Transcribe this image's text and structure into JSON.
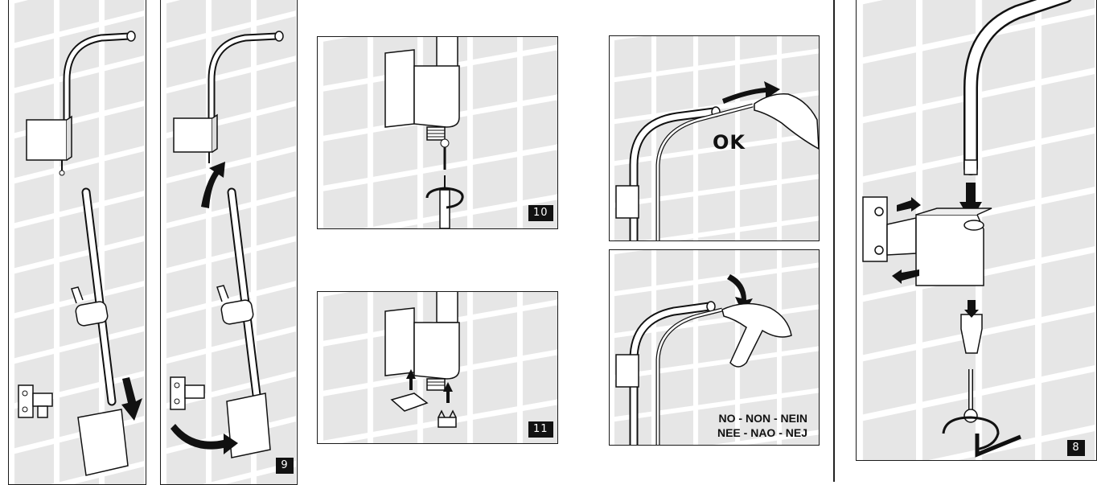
{
  "steps": {
    "step9": "9",
    "step10": "10",
    "step11": "11",
    "step8": "8"
  },
  "labels": {
    "ok": "OK",
    "no_line1": "NO - NON - NEIN",
    "no_line2": "NEE - NAO - NEJ"
  },
  "colors": {
    "tile": "#eaeaea",
    "grout": "#ffffff",
    "ink": "#111111"
  },
  "icons": [
    "arrow-icon",
    "rotate-arrow-icon",
    "screwdriver-icon",
    "allen-key-icon",
    "hand-icon"
  ]
}
